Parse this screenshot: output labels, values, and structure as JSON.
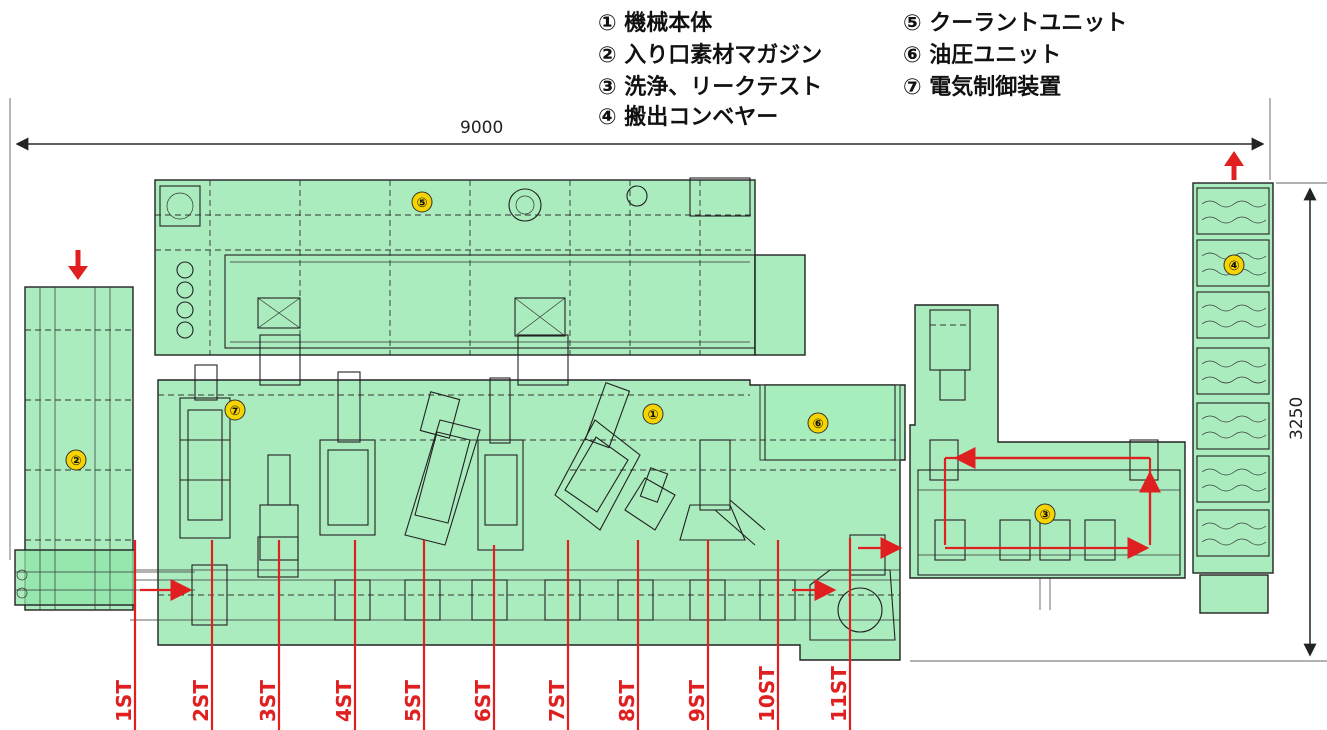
{
  "legend": {
    "col1": [
      "① 機械本体",
      "② 入り口素材マガジン",
      "③ 洗浄、リークテスト",
      "④ 搬出コンベヤー"
    ],
    "col2": [
      "⑤ クーラントユニット",
      "⑥ 油圧ユニット",
      "⑦ 電気制御装置"
    ]
  },
  "dimensions": {
    "width": "9000",
    "height": "3250"
  },
  "markers": [
    "①",
    "②",
    "③",
    "④",
    "⑤",
    "⑥",
    "⑦"
  ],
  "stations": [
    "1ST",
    "2ST",
    "3ST",
    "4ST",
    "5ST",
    "6ST",
    "7ST",
    "8ST",
    "9ST",
    "10ST",
    "11ST"
  ],
  "colors": {
    "zone": "#8fe6a8",
    "station_line": "#e02020",
    "marker": "#f5d400"
  }
}
